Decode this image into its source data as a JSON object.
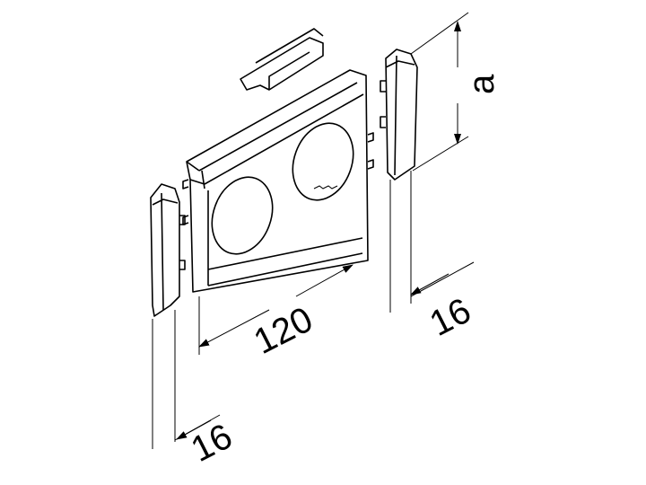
{
  "dimensions": {
    "height_label": "a",
    "width_label": "120",
    "right_depth_label": "16",
    "left_depth_label": "16"
  }
}
